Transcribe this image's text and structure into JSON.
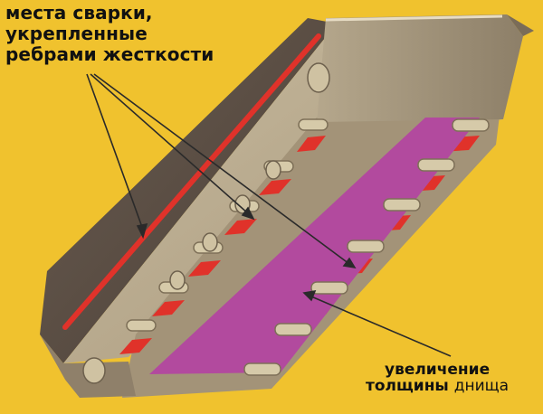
{
  "labels": {
    "weld": {
      "line1": "места сварки,",
      "line2": "укрепленные",
      "line3": "ребрами жесткости"
    },
    "bottom": {
      "line1": "увеличение",
      "line2_bold": "толщины",
      "line2_regular": "днища"
    }
  },
  "colors": {
    "background": "#f0c22e",
    "hull": "#b7a88b",
    "hull_dark": "#8a7b63",
    "side_dark": "#5b4f45",
    "weld": "#e0322a",
    "thickened_bottom": "#b24a9e"
  }
}
